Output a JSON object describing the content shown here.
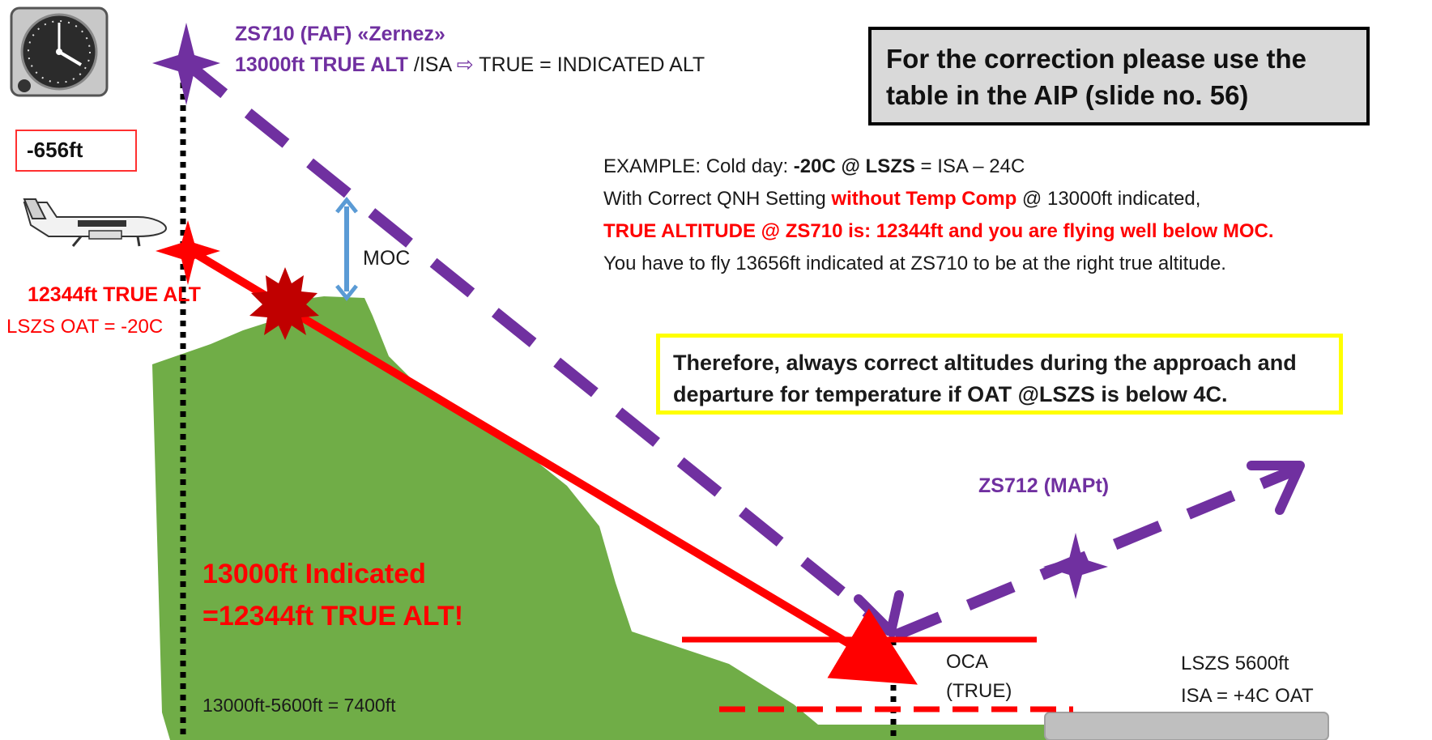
{
  "faf": {
    "title": "ZS710 (FAF) «Zernez»",
    "alt_bold": "13000ft TRUE ALT",
    "isa_prefix": "/ISA",
    "isa_suffix": "TRUE = INDICATED ALT"
  },
  "correction_note": "For the correction please use the table in the AIP (slide no. 56)",
  "difference_box": "-656ft",
  "example": {
    "line1_prefix": "EXAMPLE: Cold day: ",
    "line1_bold": "-20C @ LSZS",
    "line1_suffix": " = ISA – 24C",
    "line2_prefix": "With Correct QNH Setting ",
    "line2_red": "without Temp Comp",
    "line2_suffix": " @ 13000ft indicated,",
    "line3": "TRUE ALTITUDE @ ZS710 is: 12344ft and you are flying well below MOC.",
    "line4": "You have to fly 13656ft indicated at ZS710 to be at the right true altitude."
  },
  "moc_label": "MOC",
  "true_alt_label": "12344ft TRUE ALT",
  "oat_label": "LSZS OAT = -20C",
  "hint": "Therefore, always correct altitudes during the approach and departure for temperature if OAT @LSZS is below 4C.",
  "mapt_label": "ZS712 (MAPt)",
  "indicated_line1": "13000ft Indicated",
  "indicated_line2": "=12344ft TRUE ALT!",
  "calc_label": "13000ft-5600ft = 7400ft",
  "oca_line1": "OCA",
  "oca_line2": "(TRUE)",
  "airport_line1": "LSZS 5600ft",
  "airport_line2": "ISA = +4C OAT",
  "colors": {
    "terrain": "#70ad47",
    "nominal_path": "#7030a0",
    "actual_path": "#ff0000",
    "moc_arrow": "#5b9bd5",
    "runway": "#bfbfbf",
    "hint_border": "#ffff00"
  },
  "icons": [
    "altimeter-icon",
    "aircraft-icon",
    "explosion-icon",
    "waypoint-star-icon"
  ]
}
